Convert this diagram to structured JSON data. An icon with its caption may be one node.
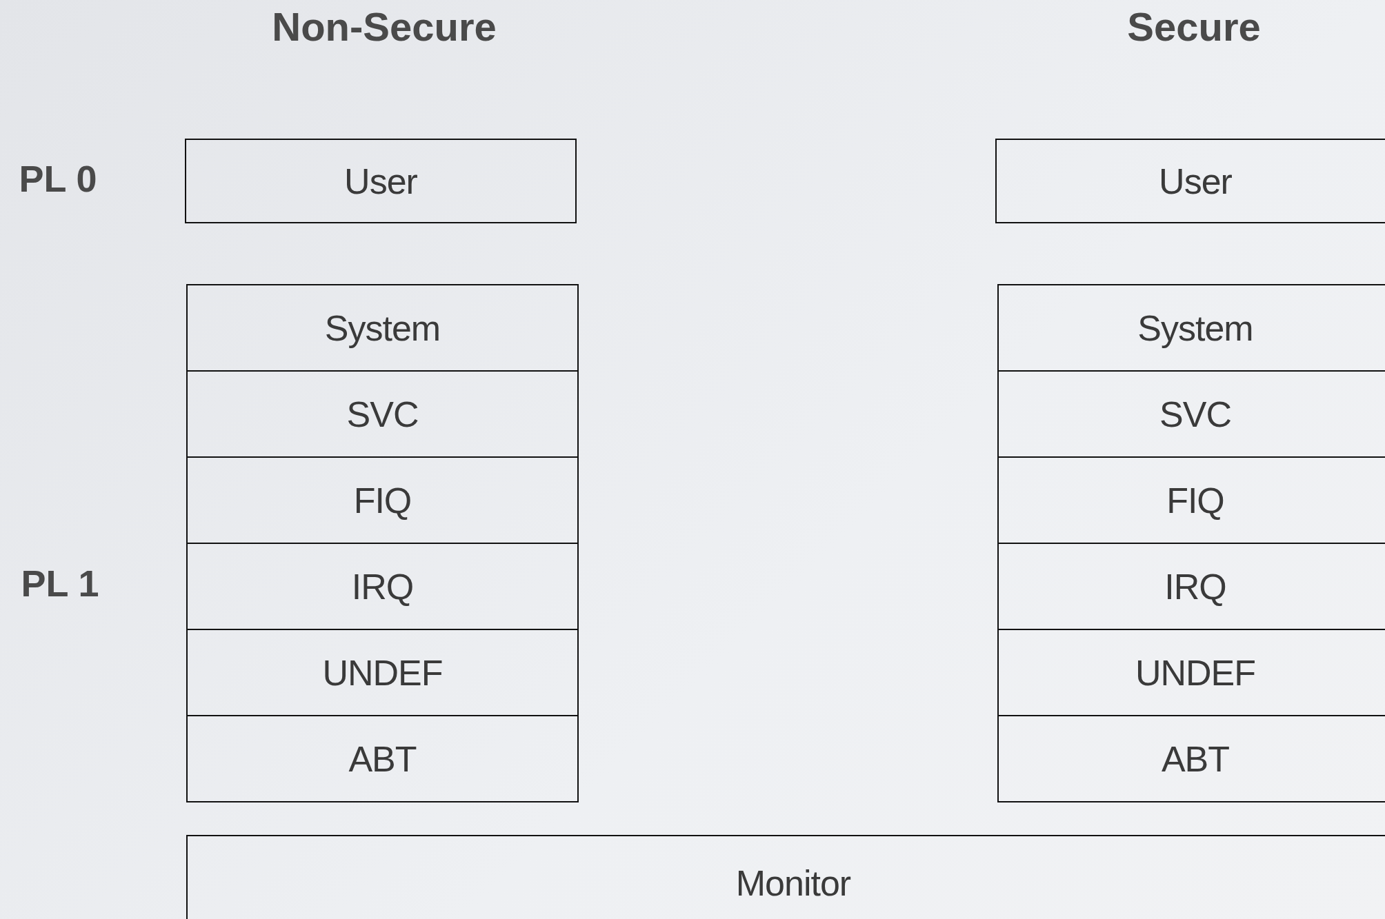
{
  "diagram": {
    "nodes": [
      {
        "text": [
          "User"
        ]
      },
      {
        "text": [
          "User"
        ]
      },
      {
        "text": [
          "System"
        ]
      },
      {
        "text": [
          "SVC"
        ]
      },
      {
        "text": [
          "FIQ"
        ]
      },
      {
        "text": [
          "IRQ"
        ]
      },
      {
        "text": [
          "UNDEF"
        ]
      },
      {
        "text": [
          "ABT"
        ]
      },
      {
        "text": [
          "System"
        ]
      },
      {
        "text": [
          "SVC"
        ]
      },
      {
        "text": [
          "FIQ"
        ]
      },
      {
        "text": [
          "IRQ"
        ]
      },
      {
        "text": [
          "UNDEF"
        ]
      },
      {
        "text": [
          "ABT"
        ]
      },
      {
        "text": [
          "Monitor"
        ]
      }
    ],
    "labels": [
      "Non-Secure",
      "Secure",
      "PL 0",
      "PL 1"
    ]
  }
}
